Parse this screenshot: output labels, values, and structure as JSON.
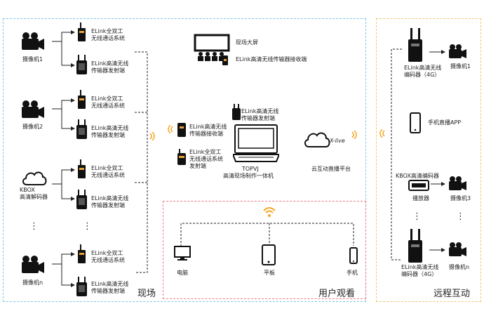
{
  "regions": {
    "site": "现场",
    "user": "用户观看",
    "remote": "远程互动"
  },
  "left_column": {
    "camera1": "摄像机1",
    "camera2": "摄像机2",
    "kbox_line1": "KBOX",
    "kbox_line2": "高清解码器",
    "cameran": "摄像机n",
    "intercom_line1": "ELink全双工",
    "intercom_line2": "无线通话系统",
    "tx_line1": "ELink高清无线",
    "tx_line2": "传输器发射端",
    "dots": "⋮"
  },
  "center": {
    "big_screen": "现场大屏",
    "receiver_top": "ELink高清无线传输器接收端",
    "topvj_tx_line1": "ELink高清无线",
    "topvj_tx_line2": "传输器发射端",
    "rx_line1": "ELink高清无线",
    "rx_line2": "传输器接收端",
    "intercom_tx_line1": "ELink全双工",
    "intercom_tx_line2": "无线通话系统",
    "intercom_tx_line3": "发射端",
    "topvj_name": "TOPVJ",
    "topvj_desc": "高清现场制作一体机",
    "cloud_logo": "X-live",
    "cloud_label": "云互动直播平台"
  },
  "users": {
    "pc": "电脑",
    "tablet": "平板",
    "phone": "手机"
  },
  "remote": {
    "encoder_top_line1": "ELink高清无线",
    "encoder_top_line2": "编码器（4G）",
    "camera1": "摄像机1",
    "phone_app": "手机直播APP",
    "kbox_encoder": "KBOX高清编码器",
    "player": "播放器",
    "camera3": "摄像机3",
    "encoder_bottom_line1": "ELink高清无线",
    "encoder_bottom_line2": "编码器（4G）",
    "cameran": "摄像机n"
  },
  "colors": {
    "site_border": "#7cc7e8",
    "user_border": "#f07a8e",
    "remote_border": "#f0c96a",
    "wifi": "#f5a623"
  }
}
